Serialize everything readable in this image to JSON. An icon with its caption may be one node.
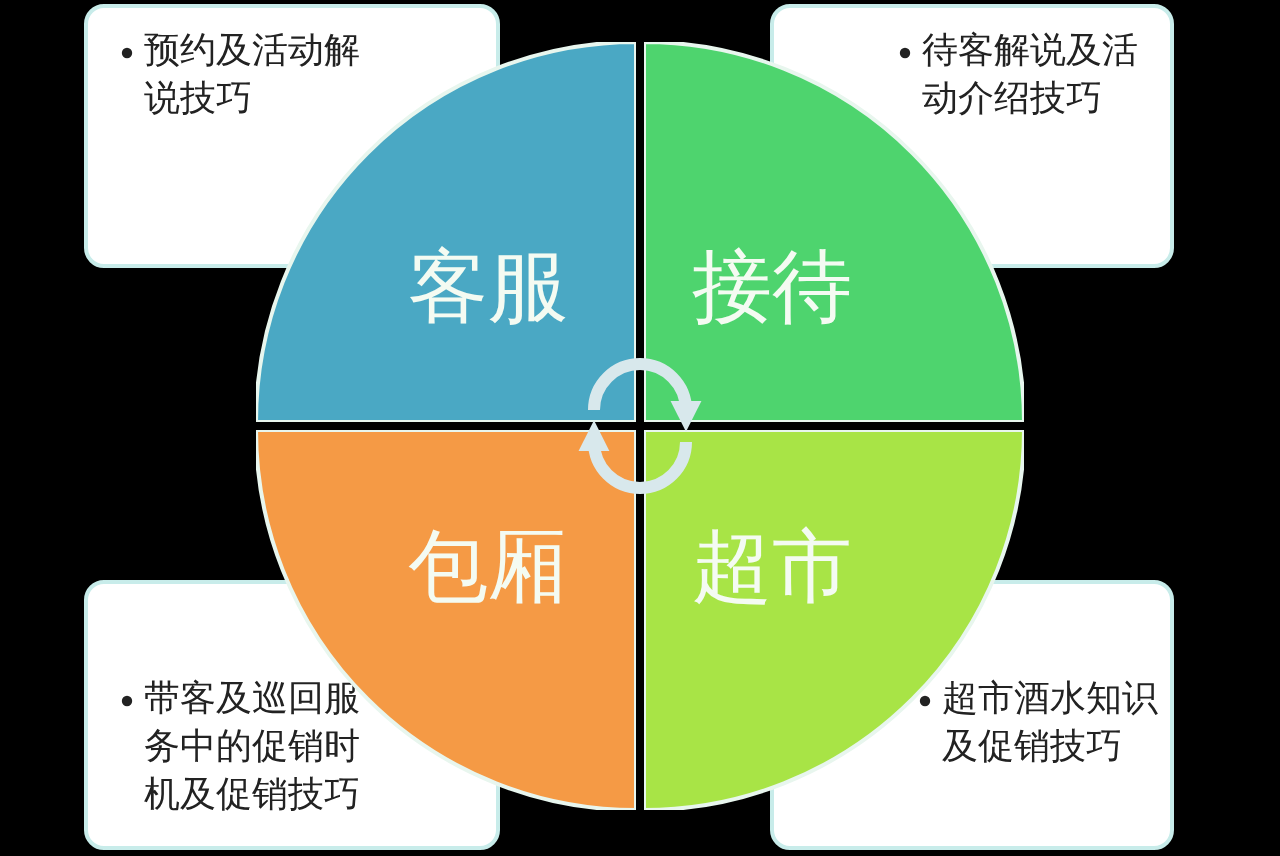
{
  "diagram": {
    "nodes": [
      {
        "text": [
          "预约及活动解说技巧"
        ]
      },
      {
        "text": [
          "待客解说及活动介绍技巧"
        ]
      },
      {
        "text": [
          "客服"
        ]
      },
      {
        "text": [
          "接待"
        ]
      },
      {
        "text": [
          "包厢"
        ]
      },
      {
        "text": [
          "超市"
        ]
      },
      {
        "text": [
          "带客及巡回服务中的促销时机及促销技巧"
        ]
      },
      {
        "text": [
          "超市酒水知识及促销技巧"
        ]
      }
    ],
    "edges": [
      {
        "from": 2,
        "to": 3,
        "arrow": "to"
      },
      {
        "from": 5,
        "to": 4,
        "arrow": "to"
      }
    ]
  }
}
